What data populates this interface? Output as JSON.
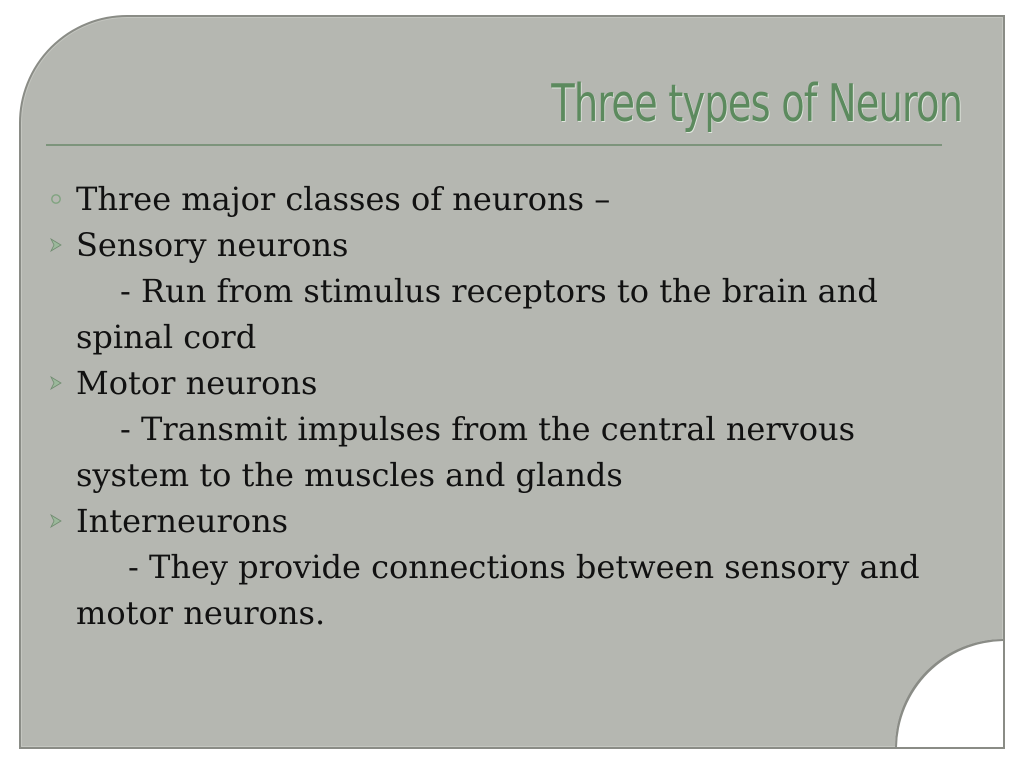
{
  "slide": {
    "title": "Three types of Neuron",
    "intro": "Three major classes of neurons –",
    "items": [
      {
        "heading": "Sensory neurons",
        "description": "- Run from stimulus receptors to the brain and spinal cord"
      },
      {
        "heading": "Motor neurons",
        "description": "- Transmit impulses from the central nervous system to the muscles and glands"
      },
      {
        "heading": "Interneurons",
        "description": "- They provide connections between sensory and motor neurons."
      }
    ]
  },
  "colors": {
    "panel": "#b5b7b1",
    "title": "#5c8a5e",
    "rule": "#6f8b6f",
    "bullet": "#7fa37f",
    "text": "#111111"
  },
  "icons": {
    "intro_bullet": "circle-outline-bullet",
    "item_bullet": "arrowhead-bullet"
  }
}
